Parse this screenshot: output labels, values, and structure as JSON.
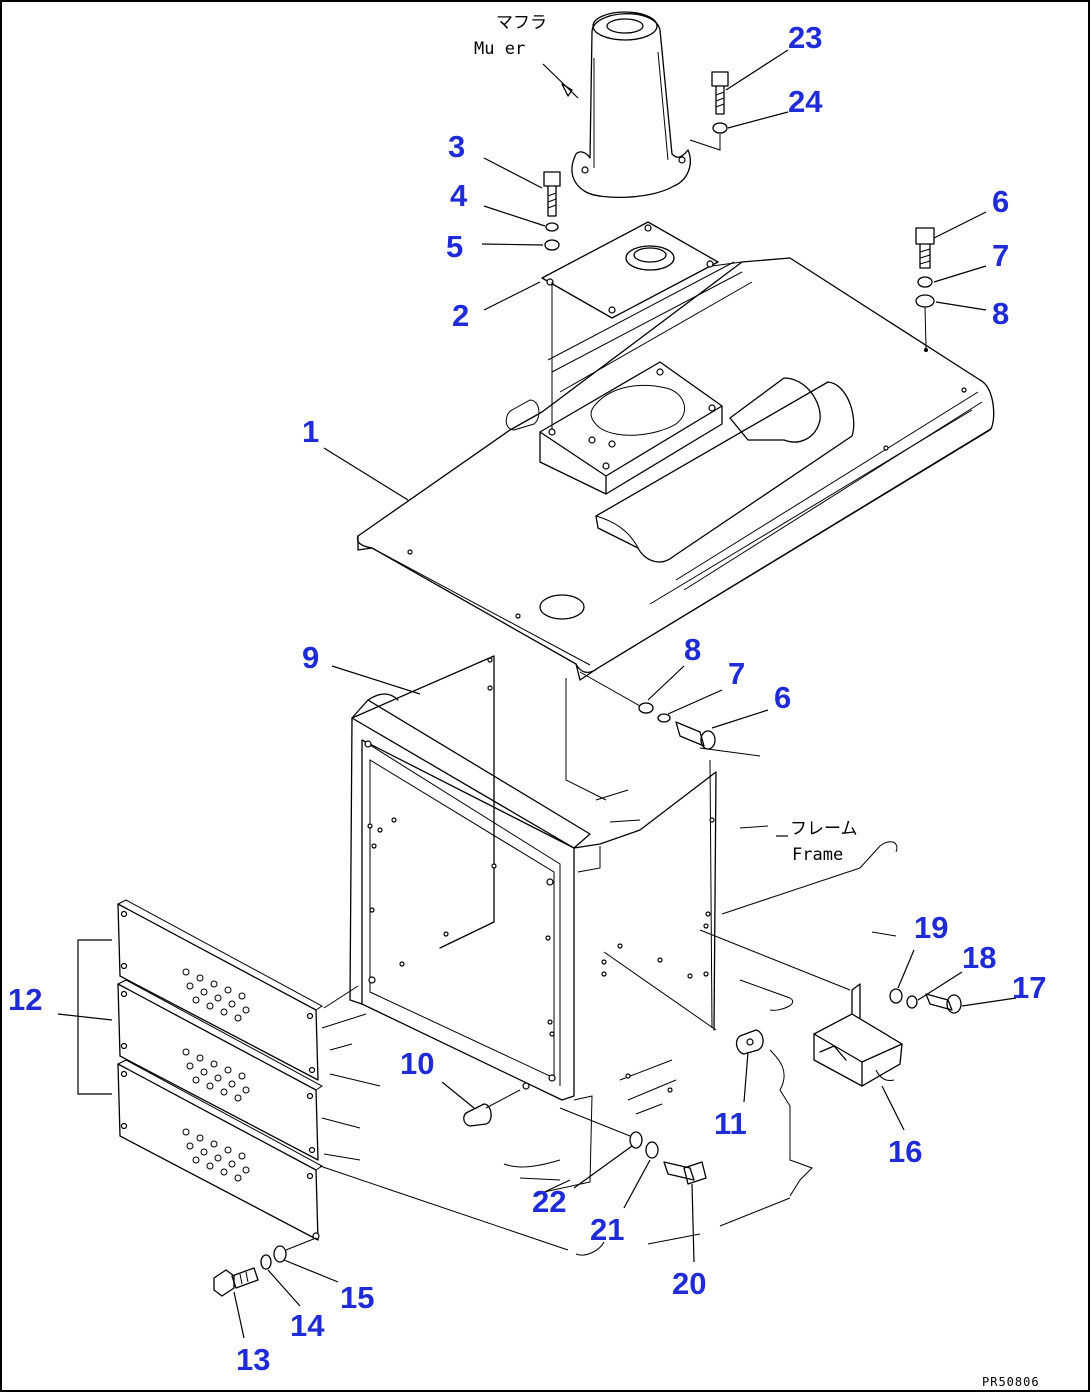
{
  "callouts": [
    {
      "id": "c1",
      "label": "1"
    },
    {
      "id": "c2",
      "label": "2"
    },
    {
      "id": "c3",
      "label": "3"
    },
    {
      "id": "c4",
      "label": "4"
    },
    {
      "id": "c5",
      "label": "5"
    },
    {
      "id": "c6a",
      "label": "6"
    },
    {
      "id": "c7a",
      "label": "7"
    },
    {
      "id": "c8a",
      "label": "8"
    },
    {
      "id": "c8b",
      "label": "8"
    },
    {
      "id": "c7b",
      "label": "7"
    },
    {
      "id": "c6b",
      "label": "6"
    },
    {
      "id": "c9",
      "label": "9"
    },
    {
      "id": "c10",
      "label": "10"
    },
    {
      "id": "c11",
      "label": "11"
    },
    {
      "id": "c12",
      "label": "12"
    },
    {
      "id": "c13",
      "label": "13"
    },
    {
      "id": "c14",
      "label": "14"
    },
    {
      "id": "c15",
      "label": "15"
    },
    {
      "id": "c16",
      "label": "16"
    },
    {
      "id": "c17",
      "label": "17"
    },
    {
      "id": "c18",
      "label": "18"
    },
    {
      "id": "c19",
      "label": "19"
    },
    {
      "id": "c20",
      "label": "20"
    },
    {
      "id": "c21",
      "label": "21"
    },
    {
      "id": "c22",
      "label": "22"
    },
    {
      "id": "c23",
      "label": "23"
    },
    {
      "id": "c24",
      "label": "24"
    }
  ],
  "notes": {
    "muffler_jp": "マフラ",
    "muffler_en": "Mu   er",
    "frame_jp": "フレーム",
    "frame_en": "Frame"
  },
  "figure_code": "PR50806"
}
